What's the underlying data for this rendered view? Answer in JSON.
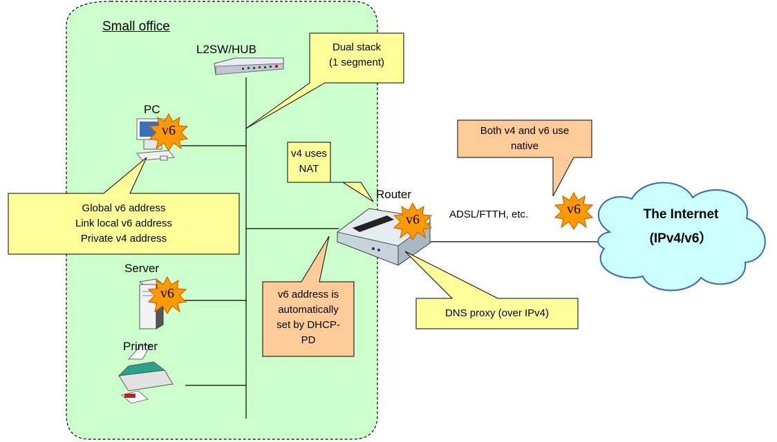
{
  "office": {
    "label": "Small office"
  },
  "devices": {
    "hub": "L2SW/HUB",
    "pc": "PC",
    "server": "Server",
    "printer": "Printer",
    "router": "Router"
  },
  "badge": "v6",
  "link_label": "ADSL/FTTH, etc.",
  "internet": {
    "line1": "The Internet",
    "line2": "(IPv4/v6）"
  },
  "callouts": {
    "dual_stack": {
      "line1": "Dual stack",
      "line2": "(1 segment)"
    },
    "v4_nat": {
      "line1": "v4 uses",
      "line2": "NAT"
    },
    "addresses": {
      "line1": "Global v6 address",
      "line2": "Link local v6 address",
      "line3": "Private v4 address"
    },
    "dhcp_pd": {
      "line1": "v6 address is",
      "line2": "automatically",
      "line3": "set by DHCP-",
      "line4": "PD"
    },
    "native": {
      "line1": "Both v4 and v6 use",
      "line2": "native"
    },
    "dns_proxy": {
      "line1": "DNS proxy (over IPv4)"
    }
  },
  "colors": {
    "office_fill": "#ccffcc",
    "callout_yellow": "#ffff99",
    "callout_orange": "#ffcc99",
    "cloud_fill": "#ccffff",
    "badge_fill": "#ff9900"
  }
}
